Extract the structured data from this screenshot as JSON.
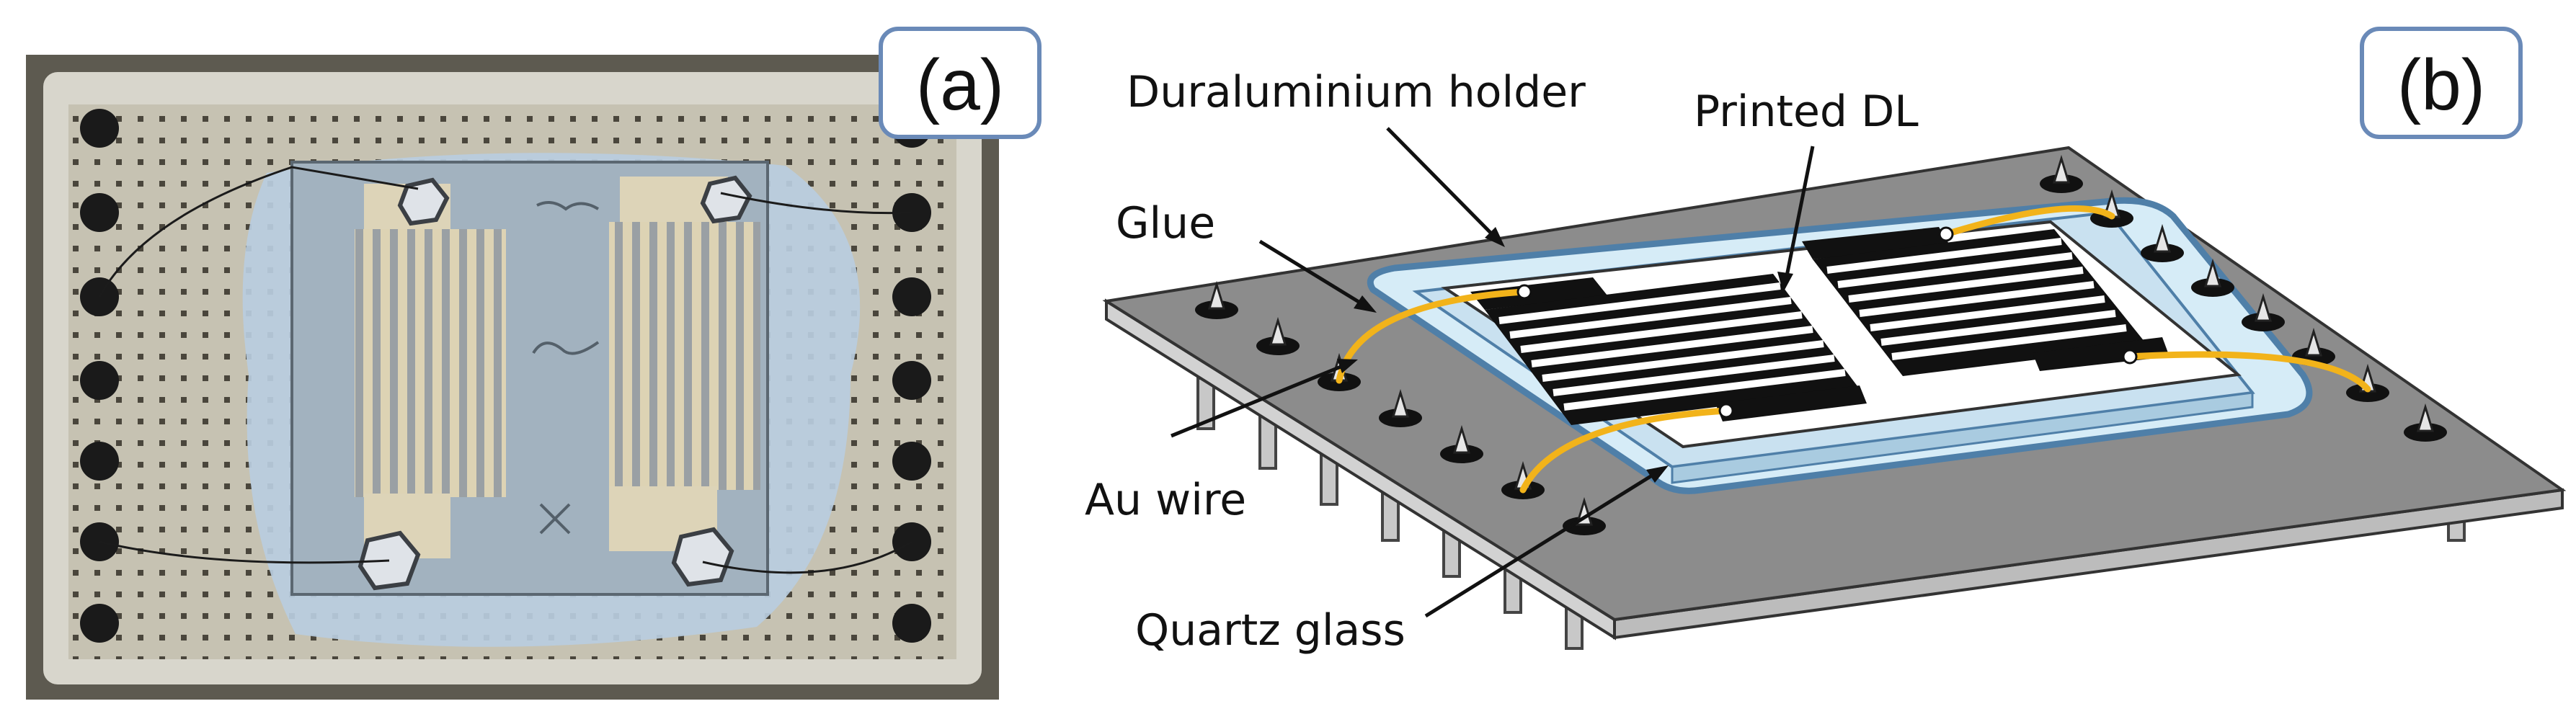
{
  "panels": {
    "a": {
      "label": "(a)"
    },
    "b": {
      "label": "(b)"
    }
  },
  "callouts": {
    "holder": "Duraluminium holder",
    "printed": "Printed DL",
    "glue": "Glue",
    "wire": "Au wire",
    "quartz": "Quartz glass"
  },
  "colors": {
    "label_box_border": "#6a8ab8",
    "wire": "#f2b31a",
    "glue": "#d6ecf7",
    "glue_border": "#4f7fa8",
    "holder_top": "#8f8f8f",
    "holder_side": "#cfcfcf",
    "electrode": "#111111",
    "photo_board": "#c9c5b6",
    "photo_electrode": "#ddd4b8"
  }
}
